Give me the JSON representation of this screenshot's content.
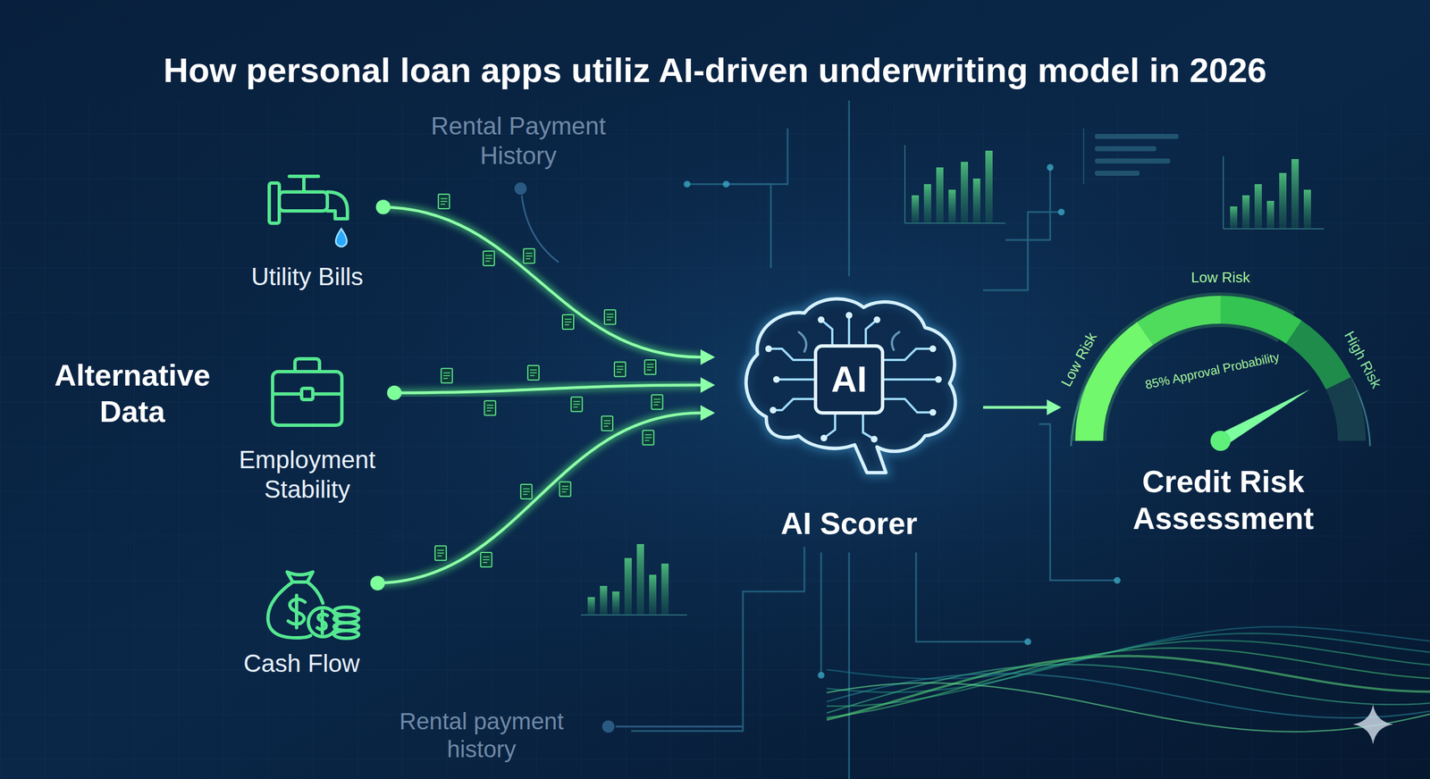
{
  "diagram": {
    "title": "How personal loan apps utiliz AI-driven underwriting model in 2026",
    "nodes": [
      {
        "text": [
          "Utility Bills"
        ]
      },
      {
        "text": [
          "Employment Stability"
        ]
      },
      {
        "text": [
          "Cash Flow"
        ]
      },
      {
        "text": [
          "AI",
          "AI Scorer"
        ]
      },
      {
        "text": [
          "Credit Risk Assessment"
        ]
      }
    ],
    "edges": [
      {
        "from": 0,
        "to": 3,
        "arrow": "to"
      },
      {
        "from": 1,
        "to": 3,
        "arrow": "to"
      },
      {
        "from": 2,
        "to": 3,
        "arrow": "to"
      },
      {
        "from": 3,
        "to": 4,
        "arrow": "to"
      }
    ],
    "labels": [
      "Alternative Data",
      "Rental Payment History",
      "Low Risk",
      "Low Risk",
      "85% Approval Probability",
      "High Risk",
      "Rental payment history"
    ]
  }
}
